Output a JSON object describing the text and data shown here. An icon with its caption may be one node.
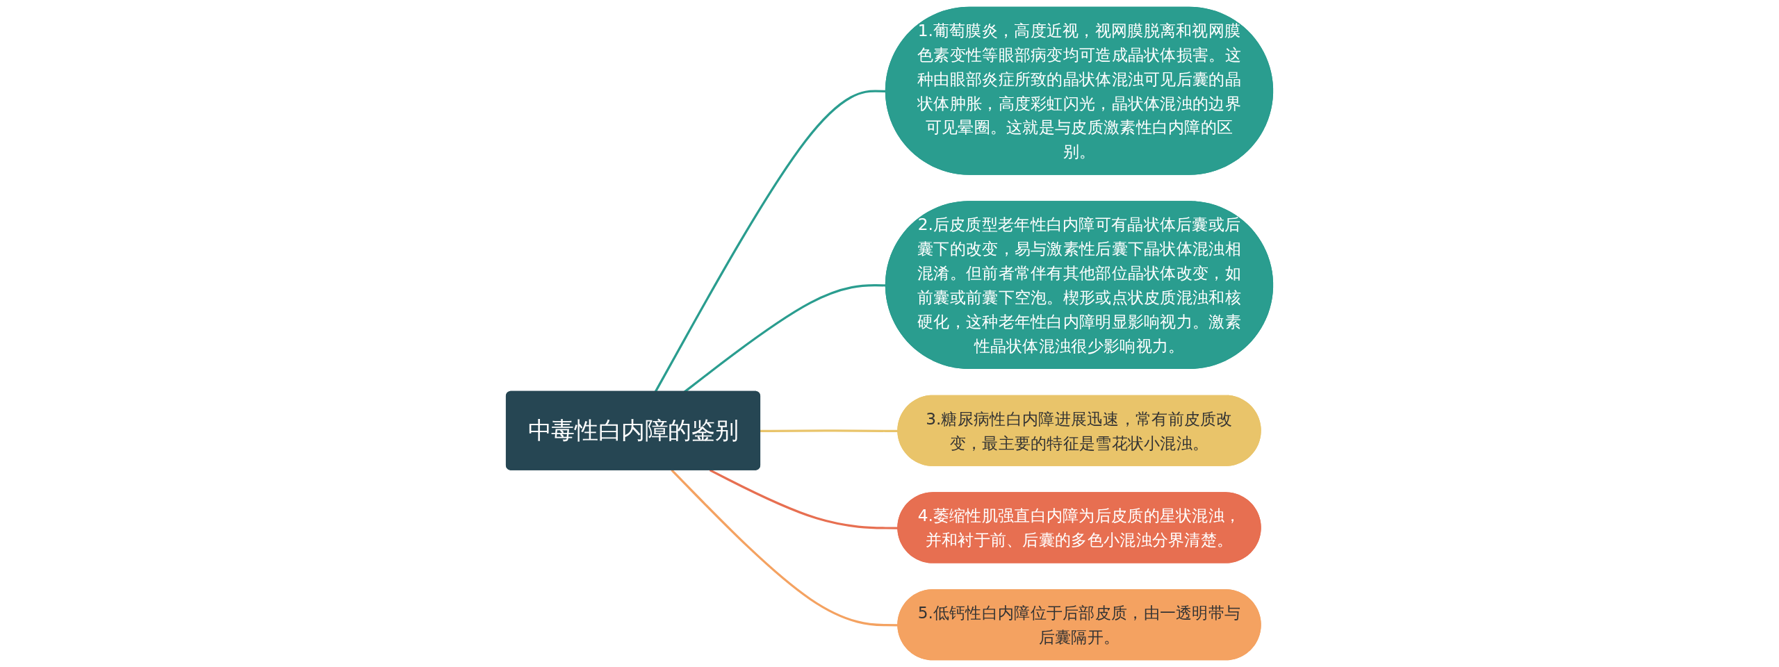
{
  "diagram": {
    "nodes": [
      {
        "text": [
          "中毒性白内障的鉴别"
        ]
      },
      {
        "text": [
          "1.葡萄膜炎，高度近视，视网膜脱离和视网膜色素变性等眼部病变均可造成晶状体损害。这种由眼部炎症所致的晶状体混浊可见后囊的晶状体肿胀，高度彩虹闪光，晶状体混浊的边界可见晕圈。这就是与皮质激素性白内障的区别。"
        ]
      },
      {
        "text": [
          "2.后皮质型老年性白内障可有晶状体后囊或后囊下的改变，易与激素性后囊下晶状体混浊相混淆。但前者常伴有其他部位晶状体改变，如前囊或前囊下空泡。楔形或点状皮质混浊和核硬化，这种老年性白内障明显影响视力。激素性晶状体混浊很少影响视力。"
        ]
      },
      {
        "text": [
          "3.糖尿病性白内障进展迅速，常有前皮质改变，最主要的特征是雪花状小混浊。"
        ]
      },
      {
        "text": [
          "4.萎缩性肌强直白内障为后皮质的星状混浊，并和衬于前、后囊的多色小混浊分界清楚。"
        ]
      },
      {
        "text": [
          "5.低钙性白内障位于后部皮质，由一透明带与后囊隔开。"
        ]
      }
    ],
    "edges": [
      {
        "from": 0,
        "to": 1,
        "arrow": "none",
        "color": "#2a9d8f"
      },
      {
        "from": 0,
        "to": 2,
        "arrow": "none",
        "color": "#2a9d8f"
      },
      {
        "from": 0,
        "to": 3,
        "arrow": "none",
        "color": "#e9c46a"
      },
      {
        "from": 0,
        "to": 4,
        "arrow": "none",
        "color": "#e76f51"
      },
      {
        "from": 0,
        "to": 5,
        "arrow": "none",
        "color": "#f4a261"
      }
    ]
  }
}
